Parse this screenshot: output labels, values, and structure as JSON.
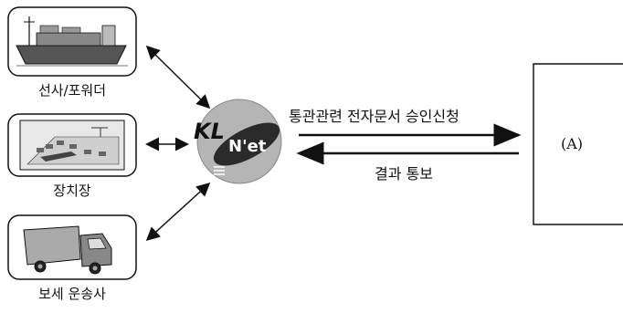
{
  "participants": {
    "shipper": {
      "label": "선사/포워더",
      "icon": "cargo-ship-icon"
    },
    "terminal": {
      "label": "장치장",
      "icon": "container-terminal-icon"
    },
    "transport": {
      "label": "보세 운송사",
      "icon": "delivery-truck-icon"
    }
  },
  "hub": {
    "logo_main": "KL",
    "logo_sub": "N'et",
    "icon": "klnet-logo-icon"
  },
  "flows": {
    "request": "통관관련 전자문서 승인신청",
    "result": "결과 통보"
  },
  "target": {
    "label": "(A)"
  }
}
